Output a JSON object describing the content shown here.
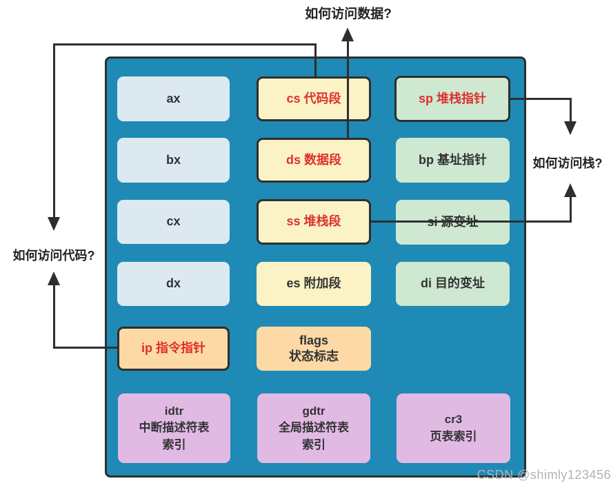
{
  "diagram": {
    "title_context": "x86 CPU registers diagram",
    "questions": {
      "data": "如何访问数据?",
      "code": "如何访问代码?",
      "stack": "如何访问栈?"
    },
    "boxes": {
      "ax": {
        "lines": [
          "ax"
        ]
      },
      "bx": {
        "lines": [
          "bx"
        ]
      },
      "cx": {
        "lines": [
          "cx"
        ]
      },
      "dx": {
        "lines": [
          "dx"
        ]
      },
      "ip": {
        "lines": [
          "ip 指令指针"
        ]
      },
      "cs": {
        "lines": [
          "cs 代码段"
        ]
      },
      "ds": {
        "lines": [
          "ds 数据段"
        ]
      },
      "ss": {
        "lines": [
          "ss 堆栈段"
        ]
      },
      "es": {
        "lines": [
          "es 附加段"
        ]
      },
      "flags": {
        "lines": [
          "flags",
          "状态标志"
        ]
      },
      "sp": {
        "lines": [
          "sp 堆栈指针"
        ]
      },
      "bp": {
        "lines": [
          "bp 基址指针"
        ]
      },
      "si": {
        "lines": [
          "si 源变址"
        ]
      },
      "di": {
        "lines": [
          "di 目的变址"
        ]
      },
      "idtr": {
        "lines": [
          "idtr",
          "中断描述符表",
          "索引"
        ]
      },
      "gdtr": {
        "lines": [
          "gdtr",
          "全局描述符表",
          "索引"
        ]
      },
      "cr3": {
        "lines": [
          "cr3",
          "页表索引"
        ]
      }
    },
    "colors": {
      "panel_background": "#1f8ab5",
      "general_registers": "#dce9f1",
      "segment_registers": "#fbf3c5",
      "pointer_index_registers": "#cee8d2",
      "instruction_flags_registers": "#fcd9a5",
      "descriptor_registers": "#e1bae4",
      "highlight_text": "#e02f2f",
      "connector": "#2e2e2e"
    },
    "watermark": "CSDN @shimly123456"
  }
}
